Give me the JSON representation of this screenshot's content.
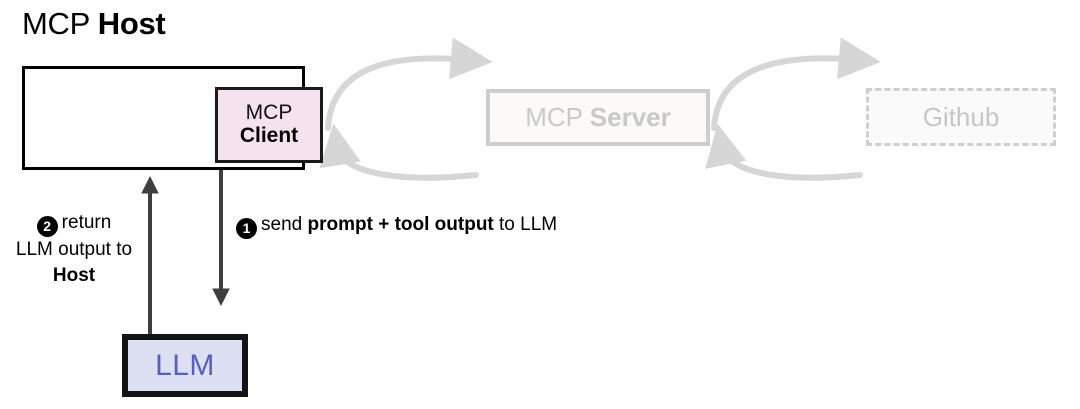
{
  "diagram": {
    "title_light": "MCP ",
    "title_bold": "Host",
    "host": {
      "name": "MCP Host"
    },
    "client": {
      "line1": "MCP",
      "line2": "Client",
      "fill": "#f6e2ee",
      "border": "#1a1a1a"
    },
    "server": {
      "label_light": "MCP ",
      "label_bold": "Server",
      "fill": "#fbfaf8",
      "border": "#cdcdcd",
      "text_color": "#c9c9c9"
    },
    "github": {
      "label": "Github",
      "fill": "#fafafa",
      "border": "#cfcfcf",
      "border_style": "dashed",
      "text_color": "#c6c6c6"
    },
    "llm": {
      "label": "LLM",
      "fill": "#dde0f2",
      "border": "#141414",
      "text_color": "#5560c4"
    },
    "steps": [
      {
        "number": "1",
        "text_pre": "send ",
        "text_bold": "prompt + tool output",
        "text_post": " to LLM"
      },
      {
        "number": "2",
        "line1": "return",
        "line2": "LLM output to",
        "line3": "Host"
      }
    ],
    "arrows": {
      "dark_color": "#3f3f3f",
      "light_color": "#d6d6d6"
    }
  }
}
